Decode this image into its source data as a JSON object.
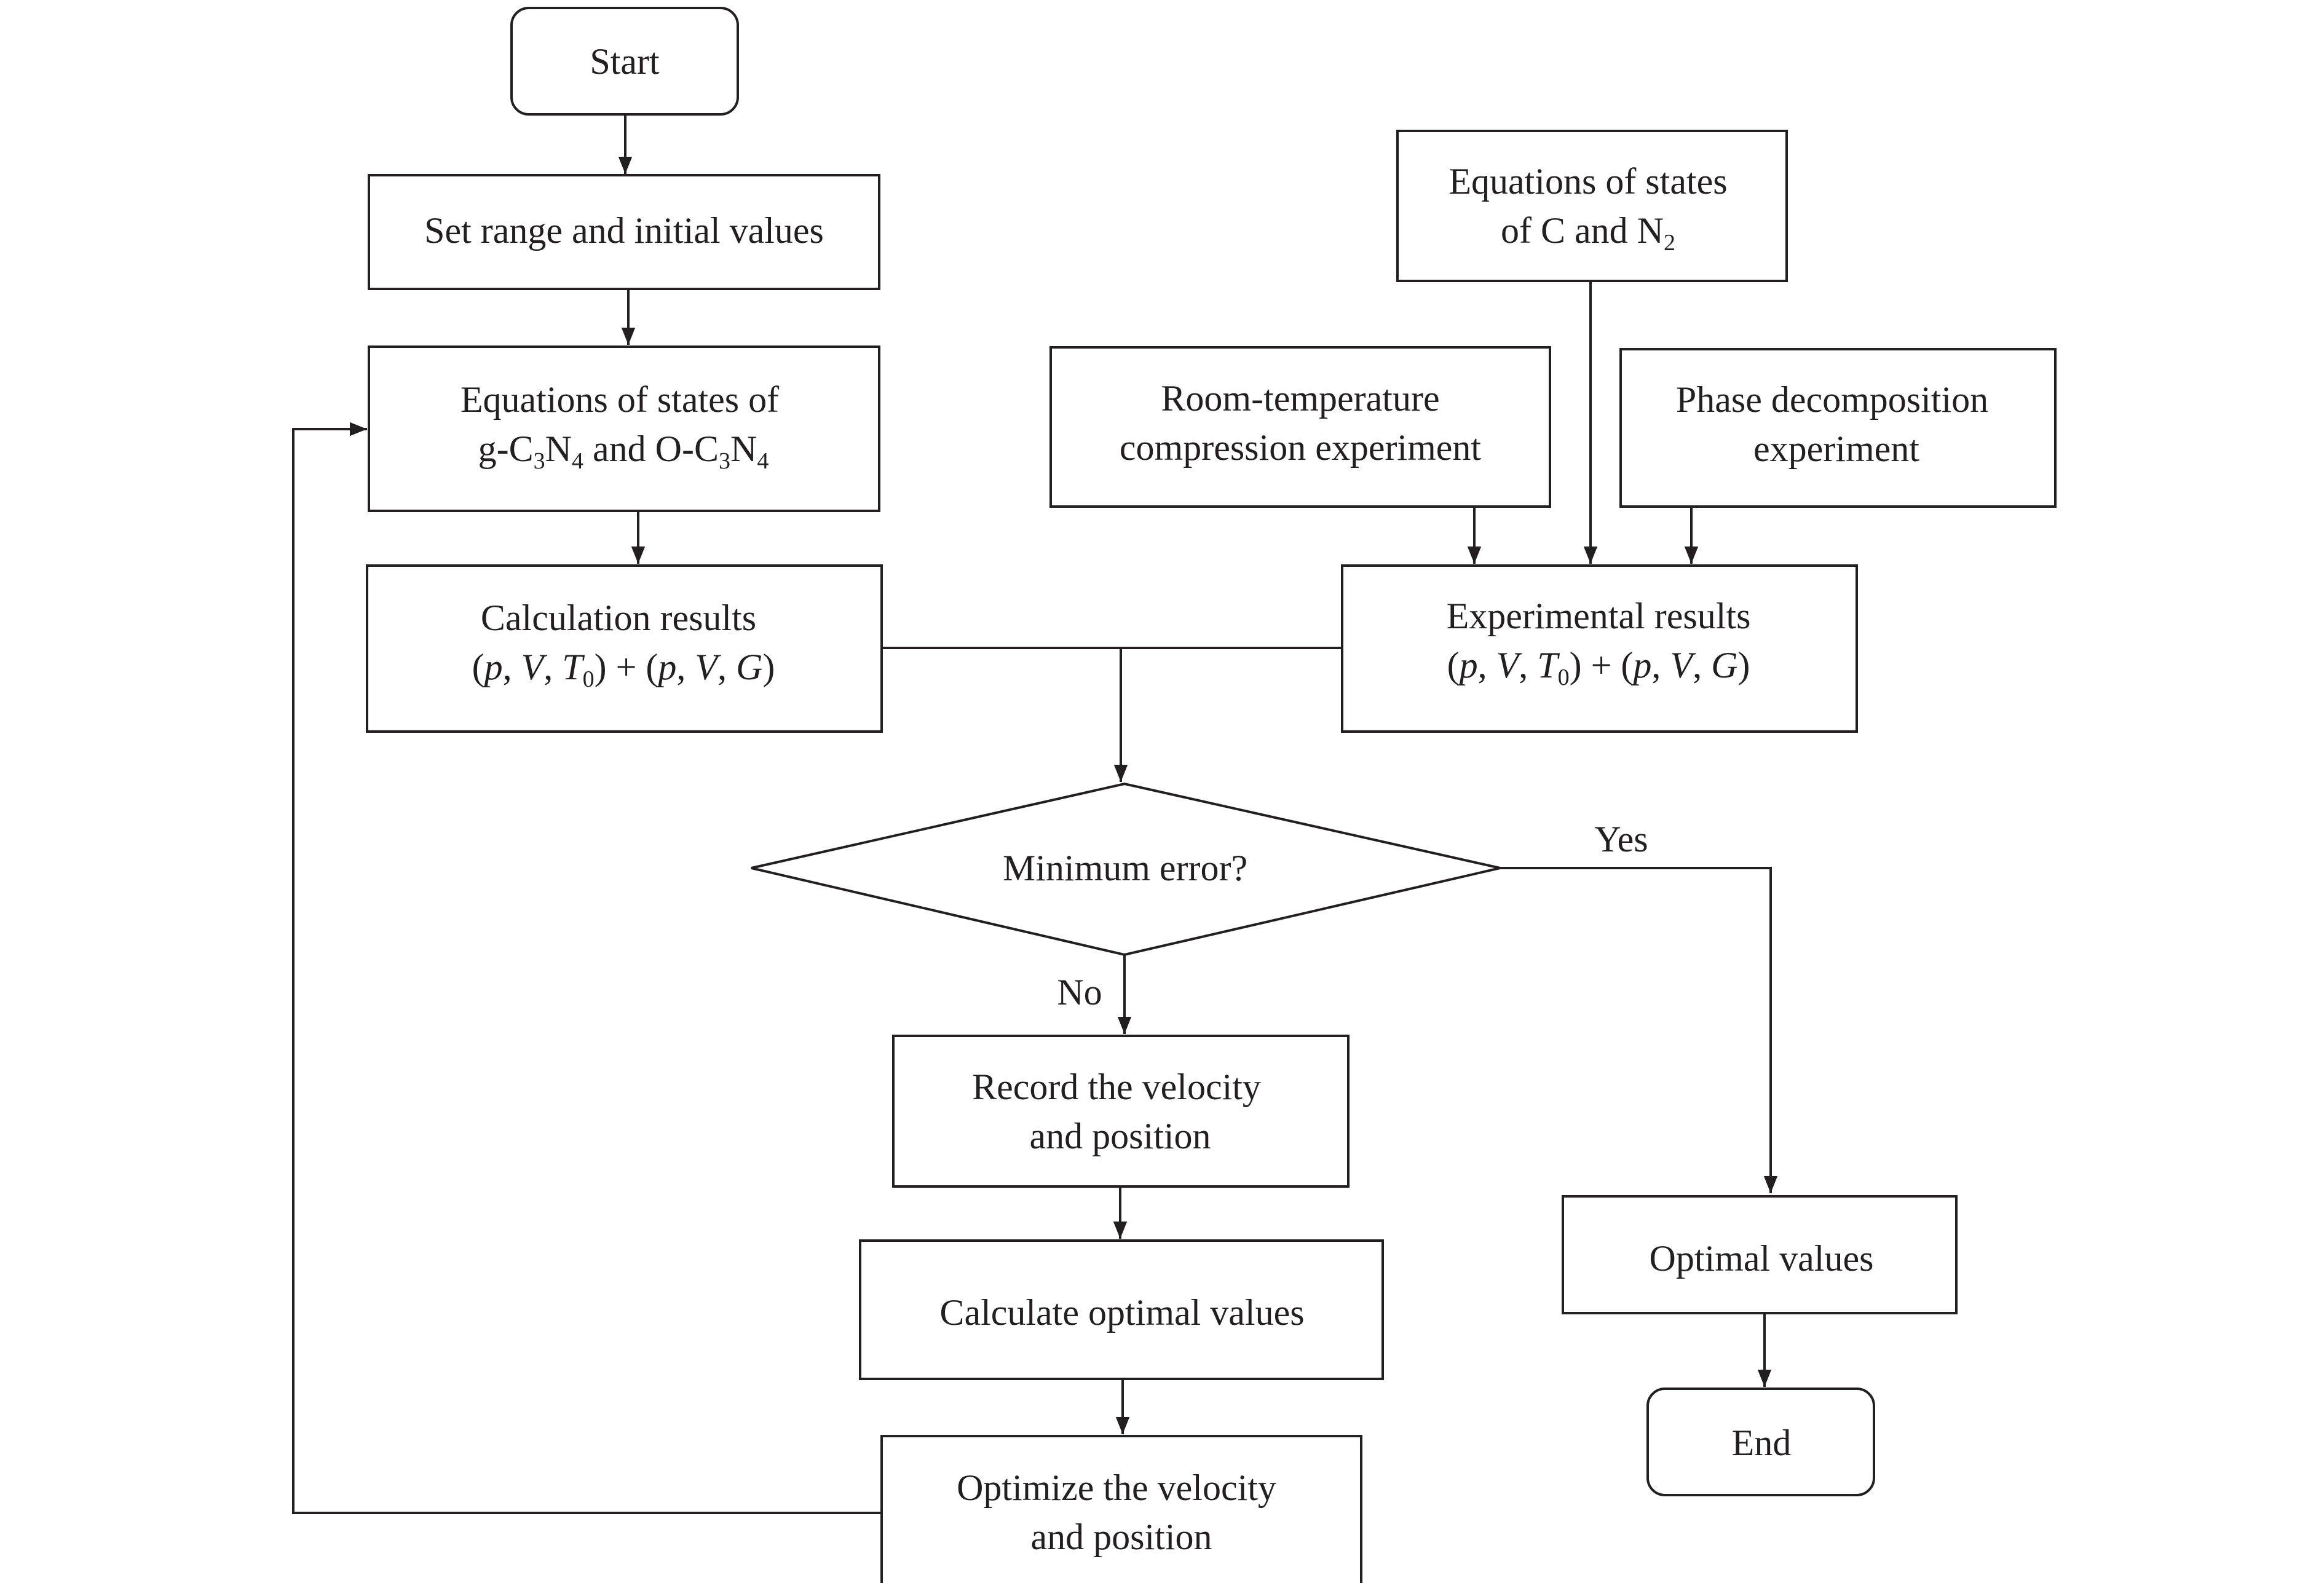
{
  "flowchart": {
    "start": "Start",
    "set_range": "Set range and initial values",
    "eos_cn_line1": "Equations of states",
    "eos_cn_line2_a": "of C and N",
    "eos_cn_line2_sub": "2",
    "eos_c3n4_line1": "Equations of states of",
    "eos_c3n4_line2": {
      "p1": "g-C",
      "s1": "3",
      "p2": "N",
      "s2": "4",
      "p3": " and O-C",
      "s3": "3",
      "p4": "N",
      "s4": "4"
    },
    "room_temp_line1": "Room-temperature",
    "room_temp_line2": "compression experiment",
    "phase_decomp_line1": "Phase decomposition",
    "phase_decomp_line2": "experiment",
    "calc_results_line1": "Calculation results",
    "calc_results_line2": {
      "a": "(",
      "p": "p",
      "b": ", ",
      "V": "V",
      "c": ", ",
      "T": "T",
      "t_sub": "0",
      "d": ") + (",
      "p2": "p",
      "e": ", ",
      "V2": "V",
      "f": ", ",
      "G": "G",
      "g": ")"
    },
    "exp_results_line1": "Experimental results",
    "exp_results_line2": {
      "a": "(",
      "p": "p",
      "b": ", ",
      "V": "V",
      "c": ", ",
      "T": "T",
      "t_sub": "0",
      "d": ") + (",
      "p2": "p",
      "e": ", ",
      "V2": "V",
      "f": ", ",
      "G": "G",
      "g": ")"
    },
    "decision": "Minimum error?",
    "yes": "Yes",
    "no": "No",
    "record_line1": "Record the velocity",
    "record_line2": "and position",
    "calc_optimal": "Calculate optimal values",
    "optimize_line1": "Optimize the velocity",
    "optimize_line2": "and position",
    "optimal_values": "Optimal values",
    "end": "End"
  }
}
